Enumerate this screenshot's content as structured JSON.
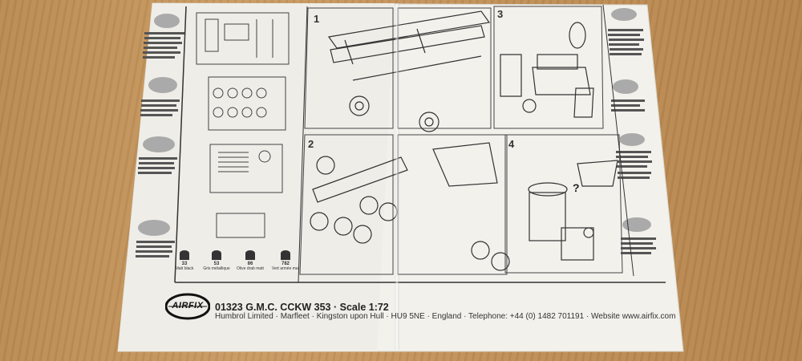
{
  "brand": {
    "logo_text": "AIRFIX"
  },
  "footer": {
    "model_line": "01323 G.M.C. CCKW 353 · Scale 1:72",
    "address_line": "Humbrol Limited · Marfleet · Kingston upon Hull · HU9 5NE · England · Telephone: +44 (0) 1482 701191 · Website www.airfix.com"
  },
  "steps": [
    "1",
    "2",
    "3",
    "4"
  ],
  "paints": [
    {
      "code": "33",
      "name": "Matt black"
    },
    {
      "code": "53",
      "name": "Gris métallique"
    },
    {
      "code": "86",
      "name": "Olive drab matt"
    },
    {
      "code": "782",
      "name": "Vert armée mat"
    }
  ],
  "question_mark": "?"
}
